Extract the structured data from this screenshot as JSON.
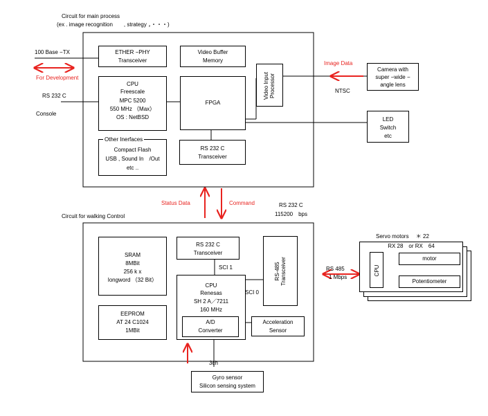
{
  "main_circuit": {
    "title": "Circuit for main process",
    "subtitle": "(ex . image recognition　　, strategy ，・・・)",
    "ether": [
      "ETHER −PHY",
      "Transceiver"
    ],
    "video_buffer": [
      "Video Buffer",
      "Memory"
    ],
    "cpu": [
      "CPU",
      "Freescale",
      "MPC 5200",
      "550 MHz （Max）",
      "OS : NetBSD"
    ],
    "fpga": "FPGA",
    "video_input": [
      "Video Input",
      "Processor"
    ],
    "other_interfaces": {
      "title": "Other Inerfaces",
      "lines": [
        "Compact Flash",
        "USB , Sound In　/Out",
        "etc .."
      ]
    },
    "rs232_transceiver": [
      "RS 232 C",
      "Transceiver"
    ]
  },
  "external_main": {
    "ethernet": "100 Base −TX",
    "for_development": "For Development",
    "rs232": "RS 232 C",
    "console": "Console",
    "image_data": "Image Data",
    "ntsc": "NTSC",
    "camera": [
      "Camera with",
      "super −wide −",
      "angle lens"
    ],
    "led": [
      "LED",
      "Switch",
      "etc"
    ]
  },
  "link": {
    "status_data": "Status Data",
    "command": "Command",
    "rs232": "RS 232 C",
    "baud": "115200　bps"
  },
  "walking_circuit": {
    "title": "Circuit for walking Control",
    "sram": [
      "SRAM",
      "8MBit",
      "256 k x",
      "longword （32 Bit）"
    ],
    "eeprom": [
      "EEPROM",
      "AT 24 C1024",
      "1MBit"
    ],
    "rs232_transceiver": [
      "RS 232 C",
      "Transceiver"
    ],
    "sci1": "SCI 1",
    "sci0": "SCI 0",
    "cpu": [
      "CPU",
      "Renesas",
      "SH 2 A／7211",
      "160 MHz"
    ],
    "adc": [
      "A/D",
      "Converter"
    ],
    "rs485_transceiver": [
      "RS-485",
      "Transceiver"
    ],
    "accel": [
      "Acceleration",
      "Sensor"
    ]
  },
  "servo": {
    "title": "Servo motors　 ＊ 22",
    "model": "RX 28　or RX　64",
    "cpu": "CPU",
    "motor": "motor",
    "potentiometer": "Potentiometer",
    "bus": "RS 485",
    "speed": "1 Mbps"
  },
  "gyro": {
    "channels": "3ch",
    "label": [
      "Gyro sensor",
      "Silicon sensing system"
    ]
  },
  "colors": {
    "arrow": "#e8231f",
    "line": "#000000"
  }
}
